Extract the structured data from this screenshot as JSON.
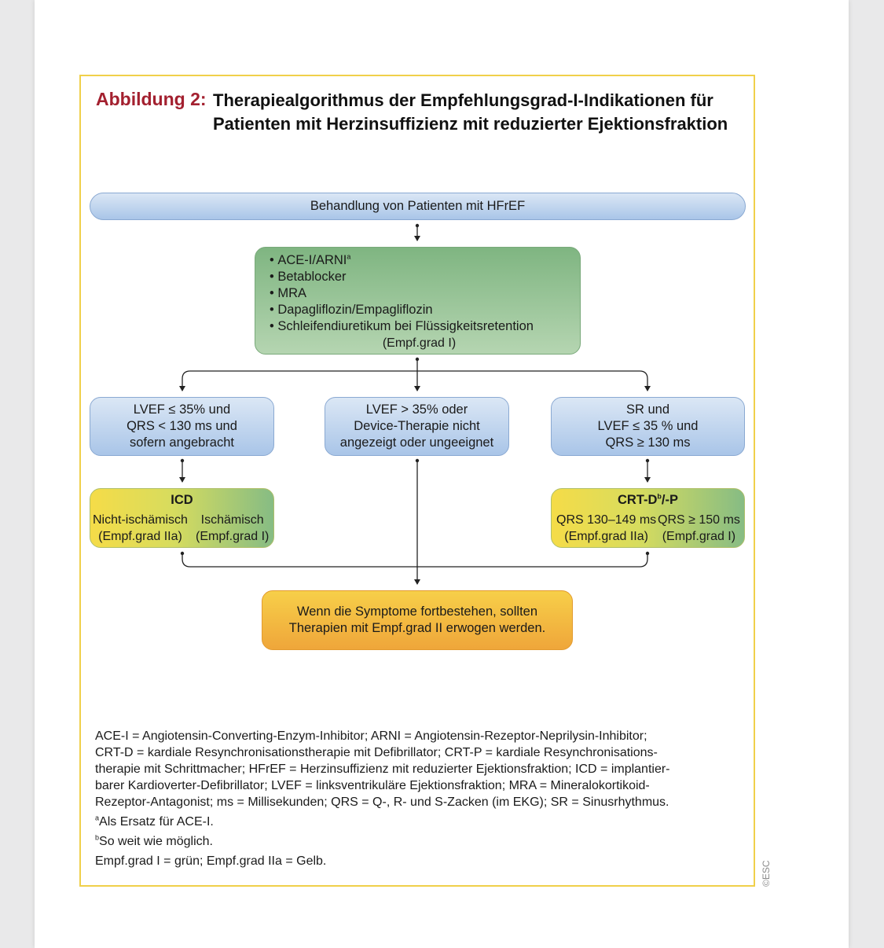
{
  "figure": {
    "label": "Abbildung 2:",
    "title": "Therapiealgorithmus der Empfehlungsgrad-I-Indikationen für Patienten mit Herzinsuffizienz mit reduzierter Ejektionsfraktion"
  },
  "flow": {
    "start": "Behandlung von Patienten mit HFrEF",
    "therapy": {
      "item1": "ACE-I/ARNI",
      "item1_sup": "a",
      "item2": "Betablocker",
      "item3": "MRA",
      "item4": "Dapagliflozin/Empagliflozin",
      "item5": "Schleifendiuretikum bei Flüssigkeitsretention",
      "grade": "(Empf.grad I)"
    },
    "left": {
      "l1": "LVEF ≤ 35% und",
      "l2": "QRS < 130 ms und",
      "l3": "sofern angebracht"
    },
    "middle": {
      "l1": "LVEF > 35% oder",
      "l2": "Device-Therapie nicht",
      "l3": "angezeigt oder ungeeignet"
    },
    "right": {
      "l1": "SR und",
      "l2": "LVEF ≤ 35 % und",
      "l3": "QRS ≥ 130 ms"
    },
    "icd": {
      "title": "ICD",
      "c1_l1": "Nicht-ischämisch",
      "c1_l2": "(Empf.grad IIa)",
      "c2_l1": "Ischämisch",
      "c2_l2": "(Empf.grad I)"
    },
    "crt": {
      "title_a": "CRT-D",
      "title_sup": "b",
      "title_b": "/-P",
      "c1_l1": "QRS 130–149 ms",
      "c1_l2": "(Empf.grad IIa)",
      "c2_l1": "QRS ≥ 150 ms",
      "c2_l2": "(Empf.grad I)"
    },
    "final": {
      "l1": "Wenn die Symptome fortbestehen, sollten",
      "l2": "Therapien mit Empf.grad II erwogen werden."
    }
  },
  "footnotes": {
    "abbreviations": [
      "ACE-I = Angiotensin-Converting-Enzym-Inhibitor; ARNI = Angiotensin-Rezeptor-Neprilysin-Inhibitor;",
      "CRT-D = kardiale Resynchronisationstherapie mit Defibrillator; CRT-P = kardiale Resynchronisations-",
      "therapie mit Schrittmacher; HFrEF = Herzinsuffizienz mit reduzierter Ejektionsfraktion; ICD = implantier-",
      "barer Kardioverter-Defibrillator; LVEF = linksventrikuläre Ejektionsfraktion; MRA = Mineralokortikoid-",
      "Rezeptor-Antagonist; ms = Millisekunden; QRS = Q-, R- und S-Zacken (im EKG); SR = Sinusrhythmus."
    ],
    "a_mark": "a",
    "a_text": "Als Ersatz für ACE-I.",
    "b_mark": "b",
    "b_text": "So weit wie möglich.",
    "legend": "Empf.grad I = grün; Empf.grad IIa = Gelb."
  },
  "copyright": "©ESC",
  "colors": {
    "title_red": "#a3202f",
    "frame_yellow": "#f0d04a",
    "box_blue": "#a9c5e8",
    "box_green": "#7fb581",
    "box_orange": "#efa63a"
  }
}
